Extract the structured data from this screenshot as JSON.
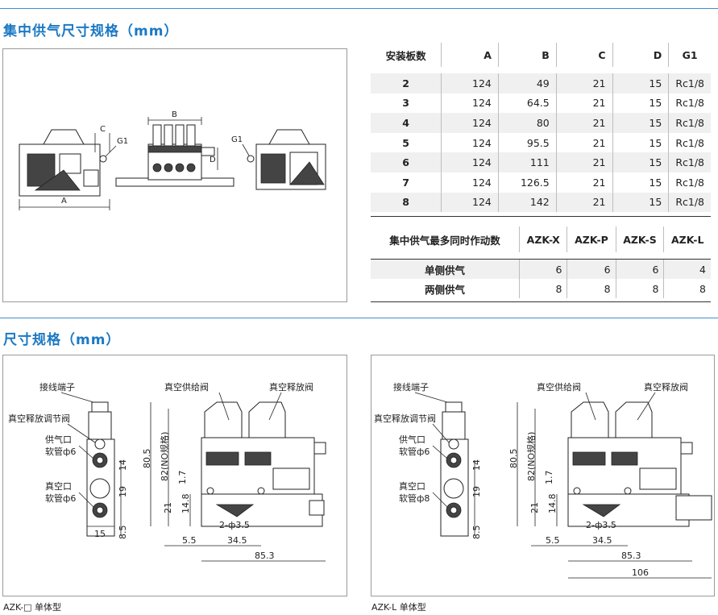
{
  "sections": {
    "manifold_title": "集中供气尺寸规格（mm）",
    "single_title": "尺寸规格（mm）"
  },
  "manifold_drawing": {
    "labels": {
      "c": "C",
      "g1_left": "G1",
      "b": "B",
      "d": "D",
      "g1_right": "G1",
      "a": "A"
    }
  },
  "spec_table": {
    "headers": [
      "安装板数",
      "A",
      "B",
      "C",
      "D",
      "G1"
    ],
    "rows": [
      [
        "2",
        "124",
        "49",
        "21",
        "15",
        "Rc1/8"
      ],
      [
        "3",
        "124",
        "64.5",
        "21",
        "15",
        "Rc1/8"
      ],
      [
        "4",
        "124",
        "80",
        "21",
        "15",
        "Rc1/8"
      ],
      [
        "5",
        "124",
        "95.5",
        "21",
        "15",
        "Rc1/8"
      ],
      [
        "6",
        "124",
        "111",
        "21",
        "15",
        "Rc1/8"
      ],
      [
        "7",
        "124",
        "126.5",
        "21",
        "15",
        "Rc1/8"
      ],
      [
        "8",
        "124",
        "142",
        "21",
        "15",
        "Rc1/8"
      ]
    ]
  },
  "sim_table": {
    "headers": [
      "集中供气最多同时作动数",
      "AZK-X",
      "AZK-P",
      "AZK-S",
      "AZK-L"
    ],
    "rows": [
      [
        "单侧供气",
        "6",
        "6",
        "6",
        "4"
      ],
      [
        "两侧供气",
        "8",
        "8",
        "8",
        "8"
      ]
    ]
  },
  "panel_x": {
    "caption": "AZK-□ 单体型",
    "labels": {
      "terminal": "接线端子",
      "release_adj": "真空释放调节阀",
      "supply_port": "供气口",
      "supply_tube": "软管ф6",
      "vac_port": "真空口",
      "vac_tube": "软管ф6",
      "supply_valve": "真空供给阀",
      "release_valve": "真空释放阀"
    },
    "dims": {
      "d14": "14",
      "d19": "19",
      "d15": "15",
      "d8_5": "8.5",
      "d80_5": "80.5",
      "d82": "82(NO规格)",
      "d1_7": "1.7",
      "d21": "21",
      "d14_8": "14.8",
      "hole": "2-ф3.5",
      "d5_5": "5.5",
      "d34_5": "34.5",
      "d85_3": "85.3"
    }
  },
  "panel_l": {
    "caption": "AZK-L 单体型",
    "labels": {
      "terminal": "接线端子",
      "release_adj": "真空释放调节阀",
      "supply_port": "供气口",
      "supply_tube": "软管ф6",
      "vac_port": "真空口",
      "vac_tube": "软管ф8",
      "supply_valve": "真空供给阀",
      "release_valve": "真空释放阀"
    },
    "dims": {
      "d14": "14",
      "d19": "19",
      "d8_5": "8.5",
      "d80_5": "80.5",
      "d82": "82(NO规格)",
      "d1_7": "1.7",
      "d21": "21",
      "d14_8": "14.8",
      "hole": "2-ф3.5",
      "d5_5": "5.5",
      "d34_5": "34.5",
      "d85_3": "85.3",
      "d106": "106"
    }
  }
}
